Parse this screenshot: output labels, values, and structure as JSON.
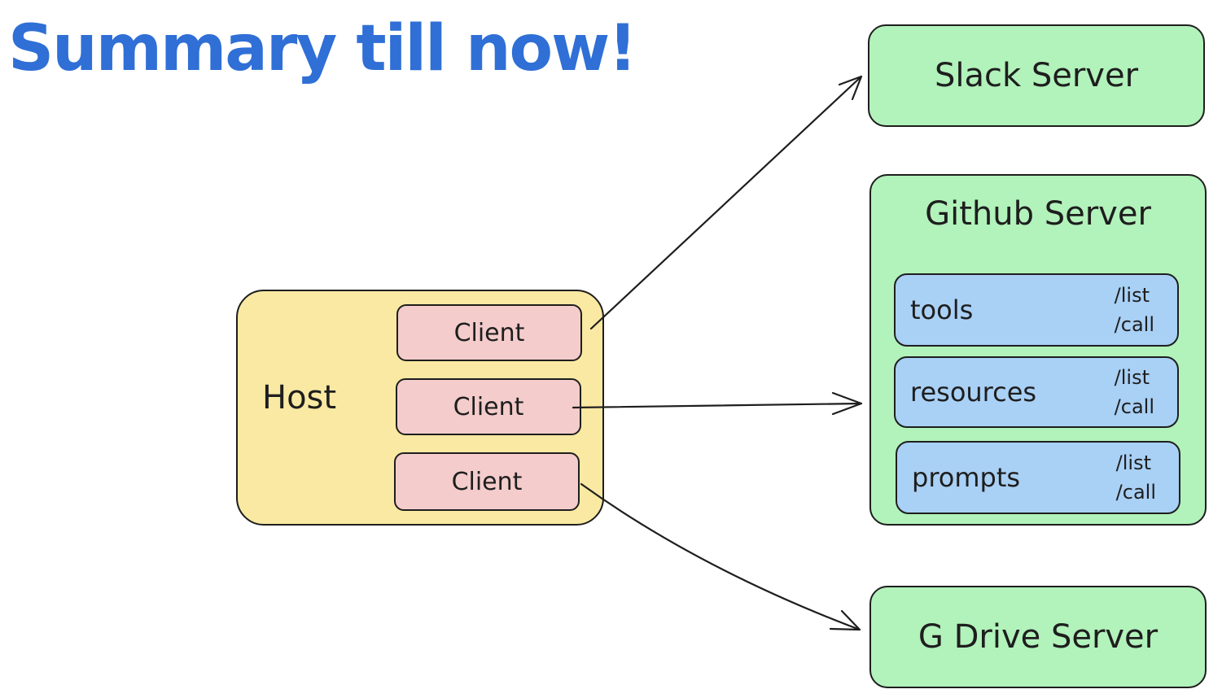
{
  "title": "Summary till now!",
  "host": {
    "label": "Host",
    "clients": [
      "Client",
      "Client",
      "Client"
    ]
  },
  "servers": {
    "slack": "Slack Server",
    "github": {
      "title": "Github Server",
      "capabilities": [
        {
          "name": "tools",
          "ops": [
            "/list",
            "/call"
          ]
        },
        {
          "name": "resources",
          "ops": [
            "/list",
            "/call"
          ]
        },
        {
          "name": "prompts",
          "ops": [
            "/list",
            "/call"
          ]
        }
      ]
    },
    "gdrive": "G Drive Server"
  },
  "colors": {
    "title": "#2f6fd6",
    "server_fill": "#b2f2bb",
    "host_fill": "#f9e9a2",
    "client_fill": "#f4cccc",
    "capability_fill": "#a9d0f5",
    "stroke": "#1e1e1e"
  }
}
